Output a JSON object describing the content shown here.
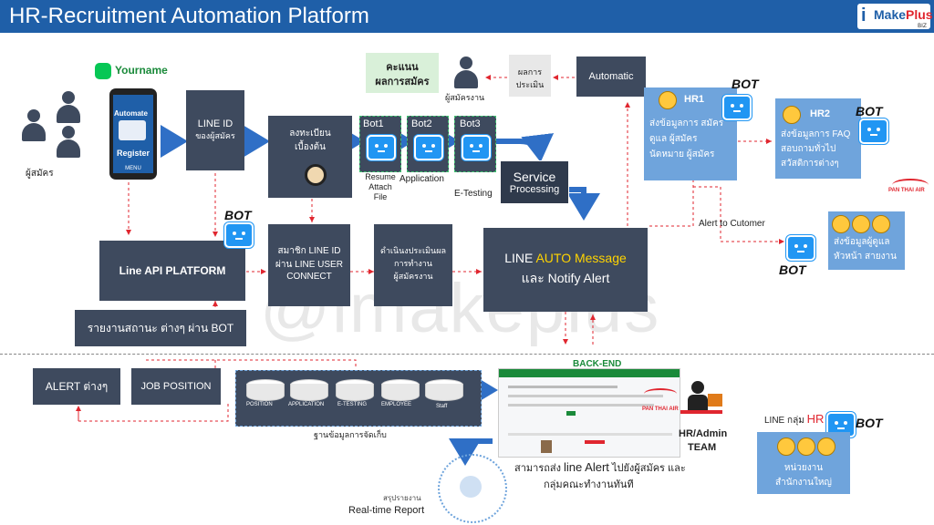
{
  "header": {
    "title": "HR-Recruitment  Automation Platform",
    "logo_i": "i",
    "logo_make": "Make",
    "logo_plus": "Plus",
    "logo_biz": "BIZ"
  },
  "colors": {
    "navy": "#3e4a5e",
    "light_blue": "#6fa4dc",
    "title_blue": "#1f5fa8",
    "arrow_blue": "#2f6fc6",
    "dashed_red": "#e0262f",
    "back_end_green": "#1a8a3a"
  },
  "applicants": {
    "label": "ผู้สมัคร"
  },
  "line": {
    "yourname": "Yourname"
  },
  "phone": {
    "app_name": "Automate",
    "register": "Register",
    "menu": "MENU"
  },
  "line_id_box": {
    "line1": "LINE ID",
    "line2": "ของผู้สมัคร"
  },
  "register_box": {
    "line1": "ลงทะเบียน",
    "line2": "เบื้องต้น"
  },
  "bots": [
    {
      "name": "Bot1",
      "caption": "Resume\nAttach\nFile"
    },
    {
      "name": "Bot2",
      "caption": "Application"
    },
    {
      "name": "Bot3",
      "caption": "E-Testing"
    }
  ],
  "service_box": {
    "line1": "Service",
    "line2": "Processing"
  },
  "score_box": {
    "line1": "คะแนน",
    "line2": "ผลการสมัคร"
  },
  "candidate_label": "ผู้สมัครงาน",
  "eval_box": {
    "line1": "ผลการ",
    "line2": "ประเมิน"
  },
  "automatic_box": "Automatic",
  "hr1": {
    "title": "HR1",
    "lines": [
      "ส่งข้อมูลการ สมัคร",
      "ดูแล ผู้สมัคร",
      "นัดหมาย ผู้สมัคร"
    ],
    "bot": "BOT"
  },
  "hr2": {
    "title": "HR2",
    "lines": [
      "ส่งข้อมูลการ FAQ",
      "สอบถามทั่วไป",
      "สวัสดิการต่างๆ"
    ],
    "bot": "BOT"
  },
  "pan_thai_air": "PAN THAI AIR",
  "alert_customer": "Alert to Cutomer",
  "head_box": {
    "lines": [
      "ส่งข้อมูลผู้ดูแล",
      "หัวหน้า สายงาน"
    ],
    "bot": "BOT"
  },
  "line_api": {
    "label": "Line API PLATFORM",
    "bot": "BOT"
  },
  "member_box": {
    "lines": [
      "สมาชิก LINE ID",
      "ผ่าน LINE USER",
      "CONNECT"
    ]
  },
  "workflow_box": {
    "lines": [
      "ดำเนินงประเมินผล",
      "การทำงาน",
      "ผู้สมัครงาน"
    ]
  },
  "auto_msg": {
    "prefix": "LINE ",
    "highlight": "AUTO Message",
    "line2": "และ Notify Alert"
  },
  "status_report": "รายงานสถานะ ต่างๆ ผ่าน BOT",
  "alert_box": "ALERT ต่างๆ",
  "job_box": "JOB POSITION",
  "db_items": [
    "POSITION",
    "APPLICATION",
    "E-TESTING",
    "EMPLOYEE",
    "Staff"
  ],
  "db_caption": "ฐานข้อมูลการจัดเก็บ",
  "back_end": "BACK-END",
  "hr_admin": {
    "line1": "HR/Admin",
    "line2": "TEAM"
  },
  "alert_note": {
    "prefix": "สามารถส่ง ",
    "highlight": "line Alert",
    "suffix": " ไปยังผู้สมัคร และ",
    "line2": "กลุ่มคณะทำงานทันที"
  },
  "realtime": {
    "small": "สรุปรายงาน",
    "label": "Real-time Report"
  },
  "line_group": {
    "prefix": "LINE กลุ่ม ",
    "highlight": "HR",
    "bot": "BOT",
    "lines": [
      "หน่วยงาน",
      "สำนักงานใหญ่"
    ]
  },
  "watermark": "@imakeplus"
}
